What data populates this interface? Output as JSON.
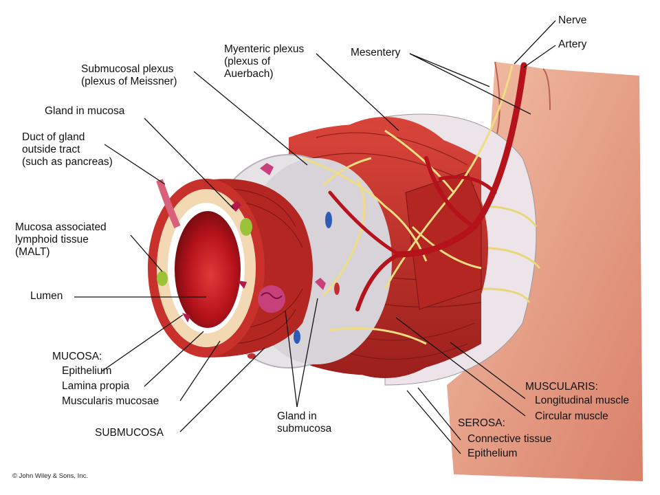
{
  "labels": {
    "nerve": "Nerve",
    "artery": "Artery",
    "myenteric_plexus": "Myenteric plexus\n(plexus of\nAuerbach)",
    "mesentery": "Mesentery",
    "submucosal_plexus": "Submucosal plexus\n(plexus of Meissner)",
    "gland_in_mucosa": "Gland in mucosa",
    "duct_of_gland": "Duct of gland\noutside tract\n(such as pancreas)",
    "malt": "Mucosa associated\nlymphoid tissue\n(MALT)",
    "lumen": "Lumen",
    "mucosa_heading": "MUCOSA:",
    "epithelium": "Epithelium",
    "lamina_propia": "Lamina propia",
    "muscularis_mucosae": "Muscularis mucosae",
    "submucosa": "SUBMUCOSA",
    "gland_in_submucosa": "Gland in\nsubmucosa",
    "muscularis_heading": "MUSCULARIS:",
    "longitudinal_muscle": "Longitudinal muscle",
    "circular_muscle": "Circular muscle",
    "serosa_heading": "SEROSA:",
    "connective_tissue": "Connective tissue",
    "serosa_epithelium": "Epithelium"
  },
  "copyright": "© John Wiley & Sons, Inc.",
  "colors": {
    "muscle": "#c8302c",
    "muscle_dark": "#8e1a17",
    "submucosa": "#e6e3e6",
    "lamina": "#f2d9b4",
    "nerve": "#f0dc82",
    "lumen": "#b5121b",
    "mesentery": "#e8a58a"
  }
}
